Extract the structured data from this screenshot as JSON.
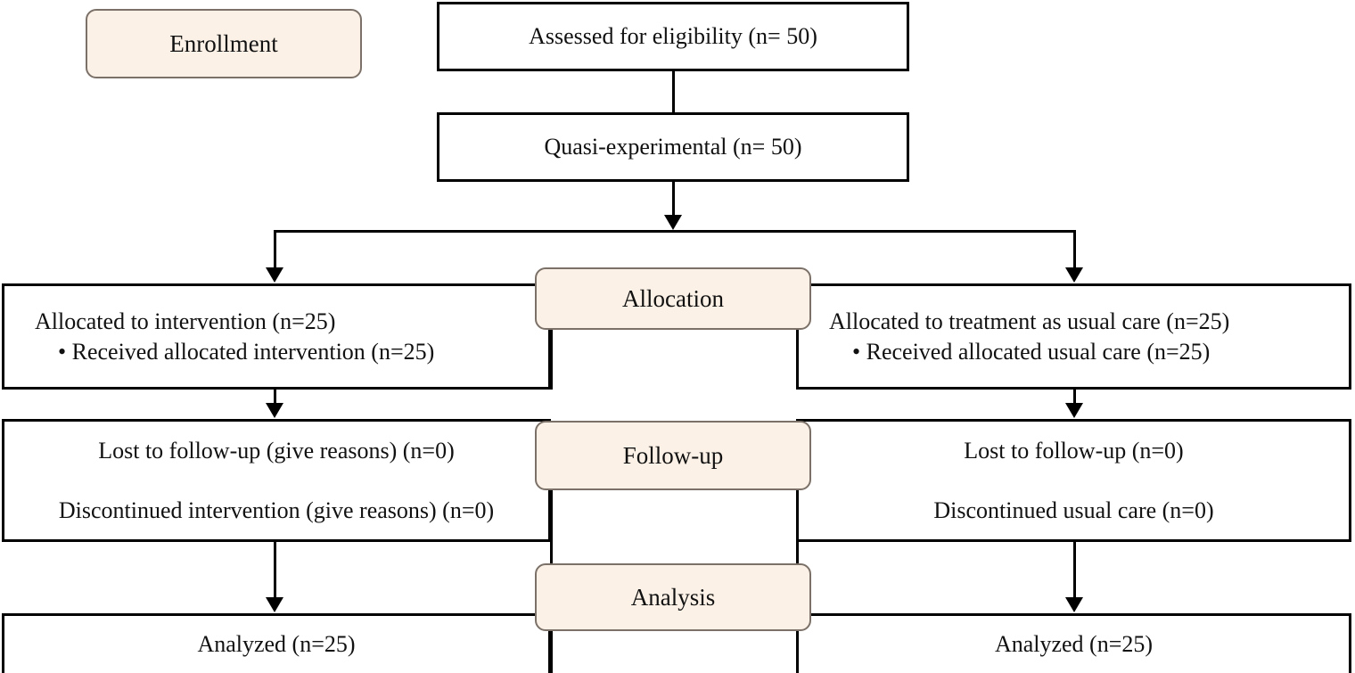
{
  "diagram": {
    "type": "consort-flow-diagram",
    "stage_labels": [
      {
        "id": "enrollment",
        "label": "Enrollment"
      },
      {
        "id": "allocation",
        "label": "Allocation"
      },
      {
        "id": "followup",
        "label": "Follow-up"
      },
      {
        "id": "analysis",
        "label": "Analysis"
      }
    ],
    "nodes": {
      "assessed": {
        "label": "Assessed for eligibility (n= 50)",
        "n": 50
      },
      "design": {
        "label": "Quasi-experimental (n= 50)",
        "n": 50
      },
      "alloc_left_line1": "Allocated to intervention (n=25)",
      "alloc_left_line2": "• Received allocated intervention (n=25)",
      "alloc_right_line1": "Allocated to treatment as usual care (n=25)",
      "alloc_right_line2": "• Received allocated usual care (n=25)",
      "follow_left_line1": "Lost to follow-up (give reasons) (n=0)",
      "follow_left_line2": "Discontinued intervention (give reasons) (n=0)",
      "follow_right_line1": "Lost to follow-up (n=0)",
      "follow_right_line2": "Discontinued usual care (n=0)",
      "analyzed_left": "Analyzed (n=25)",
      "analyzed_right": "Analyzed (n=25)"
    },
    "colors": {
      "pill_fill": "#fcf1e6",
      "pill_border": "#7b7168",
      "box_border": "#000000",
      "box_fill": "#ffffff",
      "text": "#111111"
    }
  }
}
